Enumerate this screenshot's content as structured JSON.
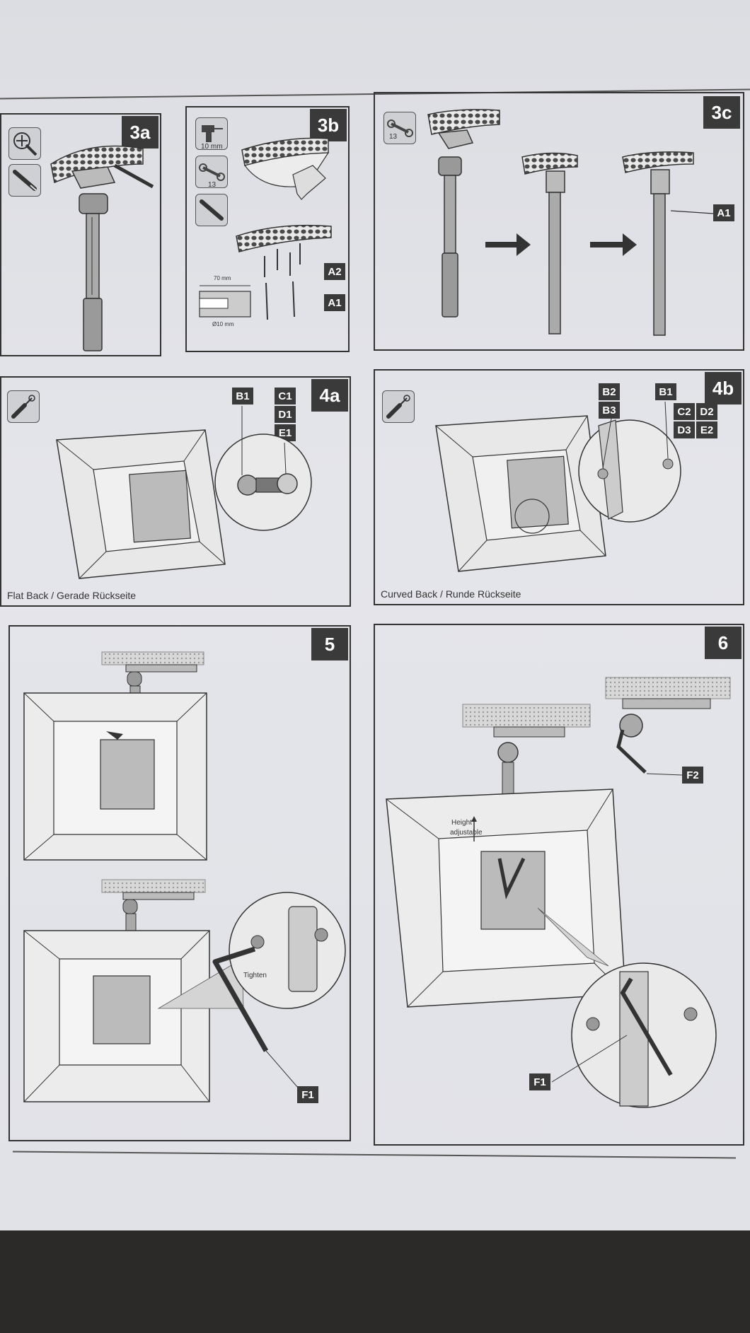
{
  "steps": {
    "s3a": {
      "number": "3a"
    },
    "s3b": {
      "number": "3b",
      "tool_size_1": "10 mm",
      "tool_size_2": "13",
      "dim_depth": "70 mm",
      "dim_diameter": "Ø10 mm",
      "tag_a2": "A2",
      "tag_a1": "A1"
    },
    "s3c": {
      "number": "3c",
      "tool_size": "13",
      "tag_a1": "A1"
    },
    "s4a": {
      "number": "4a",
      "tag_b1": "B1",
      "tag_c1": "C1",
      "tag_d1": "D1",
      "tag_e1": "E1",
      "caption": "Flat Back / Gerade Rückseite"
    },
    "s4b": {
      "number": "4b",
      "tag_b2": "B2",
      "tag_b3": "B3",
      "tag_b1": "B1",
      "tag_c2": "C2",
      "tag_d2": "D2",
      "tag_d3": "D3",
      "tag_e2": "E2",
      "caption": "Curved Back / Runde Rückseite"
    },
    "s5": {
      "number": "5",
      "tighten": "Tighten",
      "tag_f1": "F1"
    },
    "s6": {
      "number": "6",
      "height_1": "Height",
      "height_2": "adjustable",
      "tag_f2": "F2",
      "tag_f1": "F1"
    }
  }
}
